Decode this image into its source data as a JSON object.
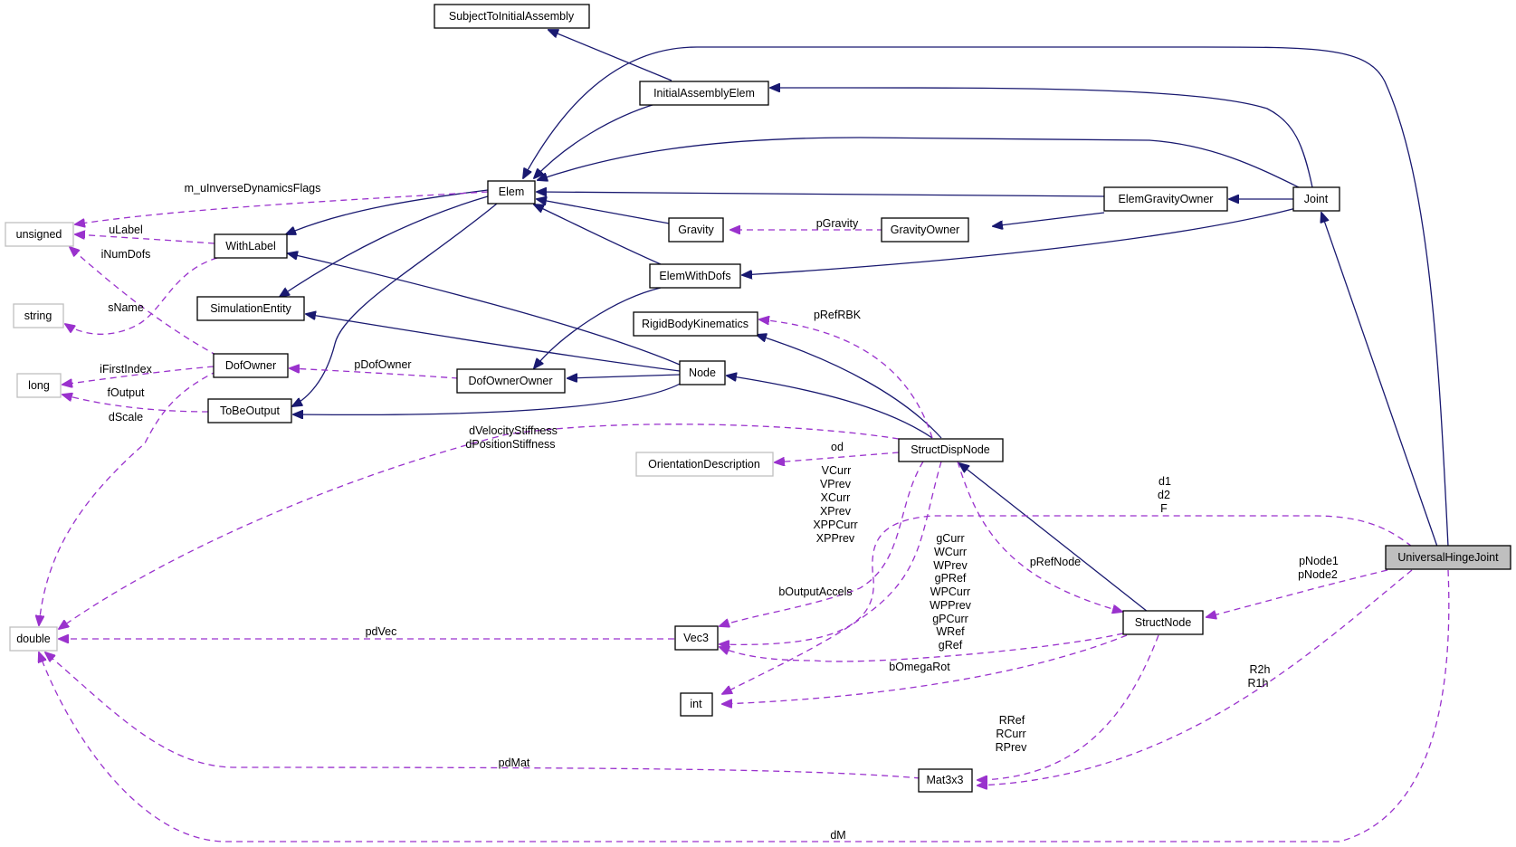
{
  "diagram": {
    "title": "UniversalHingeJoint collaboration graph",
    "legend_colors": {
      "inheritance": "#191970",
      "usage": "#9a32cd",
      "focus_fill": "#bfbfbf",
      "undocumented_border": "#bfbfbf"
    },
    "nodes": {
      "SubjectToInitialAssembly": "SubjectToInitialAssembly",
      "InitialAssemblyElem": "InitialAssemblyElem",
      "Elem": "Elem",
      "ElemGravityOwner": "ElemGravityOwner",
      "Joint": "Joint",
      "Gravity": "Gravity",
      "GravityOwner": "GravityOwner",
      "unsigned": "unsigned",
      "WithLabel": "WithLabel",
      "ElemWithDofs": "ElemWithDofs",
      "string": "string",
      "SimulationEntity": "SimulationEntity",
      "RigidBodyKinematics": "RigidBodyKinematics",
      "DofOwner": "DofOwner",
      "Node": "Node",
      "DofOwnerOwner": "DofOwnerOwner",
      "long": "long",
      "ToBeOutput": "ToBeOutput",
      "StructDispNode": "StructDispNode",
      "OrientationDescription": "OrientationDescription",
      "UniversalHingeJoint": "UniversalHingeJoint",
      "StructNode": "StructNode",
      "double": "double",
      "Vec3": "Vec3",
      "int": "int",
      "Mat3x3": "Mat3x3"
    },
    "edge_labels": {
      "m_uInverseDynamicsFlags": [
        "m_uInverseDynamicsFlags"
      ],
      "uLabel": [
        "uLabel"
      ],
      "iNumDofs": [
        "iNumDofs"
      ],
      "sName": [
        "sName"
      ],
      "iFirstIndex": [
        "iFirstIndex"
      ],
      "fOutput": [
        "fOutput"
      ],
      "dScale": [
        "dScale"
      ],
      "pGravity": [
        "pGravity"
      ],
      "pRefRBK": [
        "pRefRBK"
      ],
      "pDofOwner": [
        "pDofOwner"
      ],
      "stiffness": [
        "dVelocityStiffness",
        "dPositionStiffness"
      ],
      "od": [
        "od"
      ],
      "vec3_from_sdn": [
        "VCurr",
        "VPrev",
        "XCurr",
        "XPrev",
        "XPPCurr",
        "XPPrev"
      ],
      "d1d2F": [
        "d1",
        "d2",
        "F"
      ],
      "vec3_from_sn": [
        "gCurr",
        "WCurr",
        "WPrev",
        "gPRef",
        "WPCurr",
        "WPPrev",
        "gPCurr",
        "WRef",
        "gRef"
      ],
      "pRefNode": [
        "pRefNode"
      ],
      "bOutputAccels": [
        "bOutputAccels"
      ],
      "pNodes": [
        "pNode1",
        "pNode2"
      ],
      "pdVec": [
        "pdVec"
      ],
      "bOmegaRot": [
        "bOmegaRot"
      ],
      "R2h": [
        "R2h",
        "R1h"
      ],
      "RRef": [
        "RRef",
        "RCurr",
        "RPrev"
      ],
      "pdMat": [
        "pdMat"
      ],
      "dM": [
        "dM"
      ]
    }
  }
}
